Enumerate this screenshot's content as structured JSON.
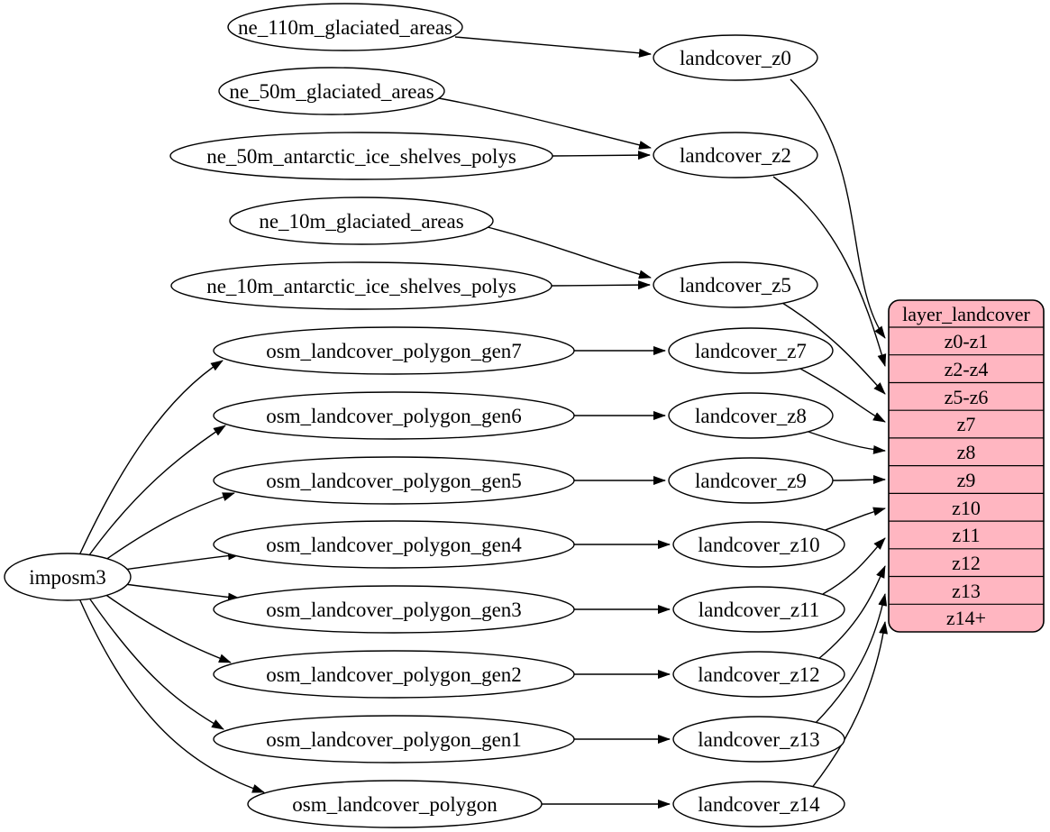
{
  "diagram": {
    "kind": "dependency-graph",
    "background": "#ffffff",
    "colors": {
      "node_fill": "#ffffff",
      "node_stroke": "#000000",
      "edge": "#000000",
      "table_fill": "#ffb6c1",
      "text": "#000000"
    },
    "importer": {
      "id": "imposm3",
      "label": "imposm3"
    },
    "sources": [
      {
        "id": "ne_110m_glaciated_areas",
        "label": "ne_110m_glaciated_areas"
      },
      {
        "id": "ne_50m_glaciated_areas",
        "label": "ne_50m_glaciated_areas"
      },
      {
        "id": "ne_50m_antarctic_ice_shelves_polys",
        "label": "ne_50m_antarctic_ice_shelves_polys"
      },
      {
        "id": "ne_10m_glaciated_areas",
        "label": "ne_10m_glaciated_areas"
      },
      {
        "id": "ne_10m_antarctic_ice_shelves_polys",
        "label": "ne_10m_antarctic_ice_shelves_polys"
      },
      {
        "id": "osm_landcover_polygon_gen7",
        "label": "osm_landcover_polygon_gen7"
      },
      {
        "id": "osm_landcover_polygon_gen6",
        "label": "osm_landcover_polygon_gen6"
      },
      {
        "id": "osm_landcover_polygon_gen5",
        "label": "osm_landcover_polygon_gen5"
      },
      {
        "id": "osm_landcover_polygon_gen4",
        "label": "osm_landcover_polygon_gen4"
      },
      {
        "id": "osm_landcover_polygon_gen3",
        "label": "osm_landcover_polygon_gen3"
      },
      {
        "id": "osm_landcover_polygon_gen2",
        "label": "osm_landcover_polygon_gen2"
      },
      {
        "id": "osm_landcover_polygon_gen1",
        "label": "osm_landcover_polygon_gen1"
      },
      {
        "id": "osm_landcover_polygon",
        "label": "osm_landcover_polygon"
      }
    ],
    "intermediates": [
      {
        "id": "landcover_z0",
        "label": "landcover_z0"
      },
      {
        "id": "landcover_z2",
        "label": "landcover_z2"
      },
      {
        "id": "landcover_z5",
        "label": "landcover_z5"
      },
      {
        "id": "landcover_z7",
        "label": "landcover_z7"
      },
      {
        "id": "landcover_z8",
        "label": "landcover_z8"
      },
      {
        "id": "landcover_z9",
        "label": "landcover_z9"
      },
      {
        "id": "landcover_z10",
        "label": "landcover_z10"
      },
      {
        "id": "landcover_z11",
        "label": "landcover_z11"
      },
      {
        "id": "landcover_z12",
        "label": "landcover_z12"
      },
      {
        "id": "landcover_z13",
        "label": "landcover_z13"
      },
      {
        "id": "landcover_z14",
        "label": "landcover_z14"
      }
    ],
    "layer_table": {
      "title": "layer_landcover",
      "rows": [
        "z0-z1",
        "z2-z4",
        "z5-z6",
        "z7",
        "z8",
        "z9",
        "z10",
        "z11",
        "z12",
        "z13",
        "z14+"
      ]
    },
    "edges": [
      {
        "from": "imposm3",
        "to": "osm_landcover_polygon_gen7"
      },
      {
        "from": "imposm3",
        "to": "osm_landcover_polygon_gen6"
      },
      {
        "from": "imposm3",
        "to": "osm_landcover_polygon_gen5"
      },
      {
        "from": "imposm3",
        "to": "osm_landcover_polygon_gen4"
      },
      {
        "from": "imposm3",
        "to": "osm_landcover_polygon_gen3"
      },
      {
        "from": "imposm3",
        "to": "osm_landcover_polygon_gen2"
      },
      {
        "from": "imposm3",
        "to": "osm_landcover_polygon_gen1"
      },
      {
        "from": "imposm3",
        "to": "osm_landcover_polygon"
      },
      {
        "from": "ne_110m_glaciated_areas",
        "to": "landcover_z0"
      },
      {
        "from": "ne_50m_glaciated_areas",
        "to": "landcover_z2"
      },
      {
        "from": "ne_50m_antarctic_ice_shelves_polys",
        "to": "landcover_z2"
      },
      {
        "from": "ne_10m_glaciated_areas",
        "to": "landcover_z5"
      },
      {
        "from": "ne_10m_antarctic_ice_shelves_polys",
        "to": "landcover_z5"
      },
      {
        "from": "osm_landcover_polygon_gen7",
        "to": "landcover_z7"
      },
      {
        "from": "osm_landcover_polygon_gen6",
        "to": "landcover_z8"
      },
      {
        "from": "osm_landcover_polygon_gen5",
        "to": "landcover_z9"
      },
      {
        "from": "osm_landcover_polygon_gen4",
        "to": "landcover_z10"
      },
      {
        "from": "osm_landcover_polygon_gen3",
        "to": "landcover_z11"
      },
      {
        "from": "osm_landcover_polygon_gen2",
        "to": "landcover_z12"
      },
      {
        "from": "osm_landcover_polygon_gen1",
        "to": "landcover_z13"
      },
      {
        "from": "osm_landcover_polygon",
        "to": "landcover_z14"
      },
      {
        "from": "landcover_z0",
        "to": "layer_landcover:z0-z1"
      },
      {
        "from": "landcover_z2",
        "to": "layer_landcover:z2-z4"
      },
      {
        "from": "landcover_z5",
        "to": "layer_landcover:z5-z6"
      },
      {
        "from": "landcover_z7",
        "to": "layer_landcover:z7"
      },
      {
        "from": "landcover_z8",
        "to": "layer_landcover:z8"
      },
      {
        "from": "landcover_z9",
        "to": "layer_landcover:z9"
      },
      {
        "from": "landcover_z10",
        "to": "layer_landcover:z10"
      },
      {
        "from": "landcover_z11",
        "to": "layer_landcover:z11"
      },
      {
        "from": "landcover_z12",
        "to": "layer_landcover:z12"
      },
      {
        "from": "landcover_z13",
        "to": "layer_landcover:z13"
      },
      {
        "from": "landcover_z14",
        "to": "layer_landcover:z14+"
      }
    ]
  }
}
